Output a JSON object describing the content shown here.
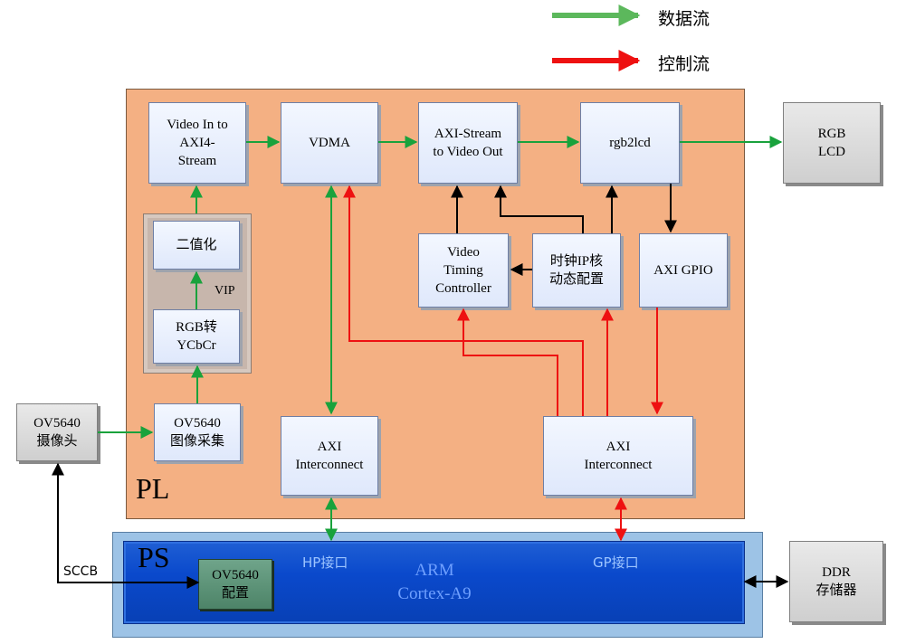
{
  "legend": {
    "data_flow": "数据流",
    "control_flow": "控制流"
  },
  "regions": {
    "pl": "PL",
    "ps": "PS",
    "vip": "VIP"
  },
  "blocks": {
    "video_in": "Video In to\nAXI4-\nStream",
    "vdma": "VDMA",
    "axi_stream_out": "AXI-Stream\nto Video Out",
    "rgb2lcd": "rgb2lcd",
    "rgb_lcd": "RGB\nLCD",
    "binarize": "二值化",
    "rgb_ycbcr": "RGB转\nYCbCr",
    "ov_capture": "OV5640\n图像采集",
    "ov_camera": "OV5640\n摄像头",
    "vtc": "Video\nTiming\nController",
    "clk_ip": "时钟IP核\n动态配置",
    "axi_gpio": "AXI GPIO",
    "axi_ic_left": "AXI\nInterconnect",
    "axi_ic_right": "AXI\nInterconnect",
    "ov_config": "OV5640\n配置",
    "ddr": "DDR\n存储器"
  },
  "ps": {
    "arm": "ARM\nCortex-A9",
    "hp_port": "HP接口",
    "gp_port": "GP接口",
    "sccb": "SCCB"
  },
  "colors": {
    "data": "#19a23c",
    "control": "#ee1111",
    "other": "#000000",
    "pl_fill": "#f4b083",
    "ps_fill": "#0a49cc"
  }
}
